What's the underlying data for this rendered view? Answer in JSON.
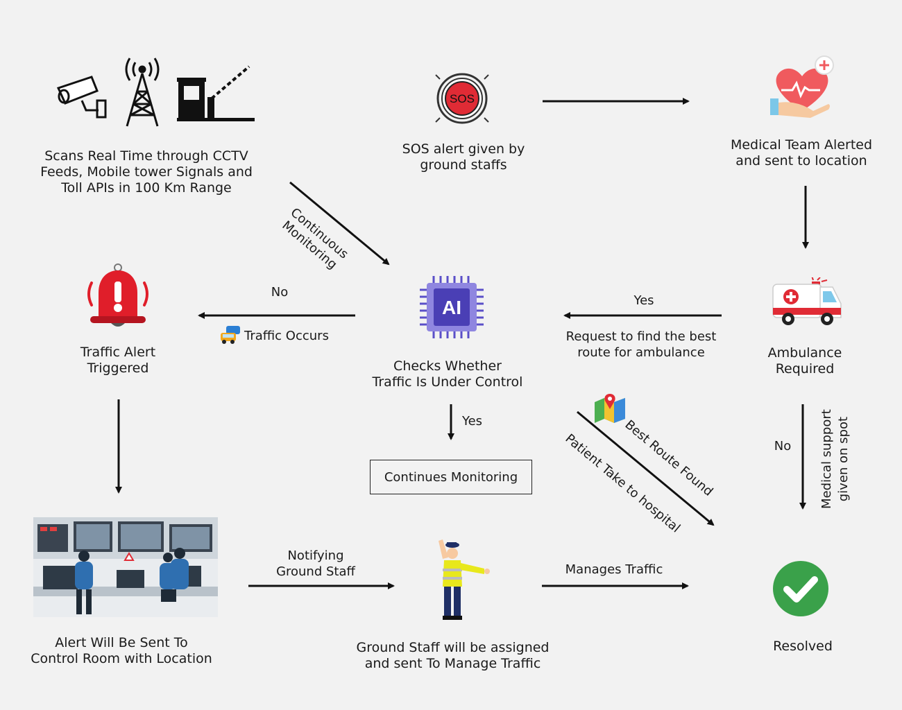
{
  "nodes": {
    "scan": "Scans Real Time through CCTV\nFeeds, Mobile tower Signals and\nToll APIs in 100 Km Range",
    "sos": "SOS alert given by\nground staffs",
    "medical": "Medical Team Alerted\nand sent to location",
    "traffic_alert": "Traffic Alert\nTriggered",
    "ai_check": "Checks Whether\nTraffic Is Under Control",
    "ambulance": "Ambulance\nRequired",
    "continues": "Continues Monitoring",
    "control_room": "Alert Will Be Sent To\nControl Room with Location",
    "ground_staff": "Ground Staff will be assigned\nand sent To Manage Traffic",
    "resolved": "Resolved"
  },
  "edges": {
    "continuous_monitoring": "Continuous\nMonitoring",
    "no_left": "No",
    "traffic_occurs": "Traffic Occurs",
    "yes_left": "Yes",
    "request_route": "Request to find the best\nroute for ambulance",
    "yes_down": "Yes",
    "best_route": "Best Route Found",
    "patient_take": "Patient Take to hospital",
    "no_down": "No",
    "medical_support": "Medical support\ngiven on spot",
    "notifying": "Notifying\nGround Staff",
    "manages": "Manages Traffic"
  },
  "icons": {
    "sos_text": "SOS",
    "ai_text": "AI"
  },
  "colors": {
    "red": "#e02b35",
    "green": "#3aa14a",
    "ai_purple": "#4a3fb5"
  }
}
